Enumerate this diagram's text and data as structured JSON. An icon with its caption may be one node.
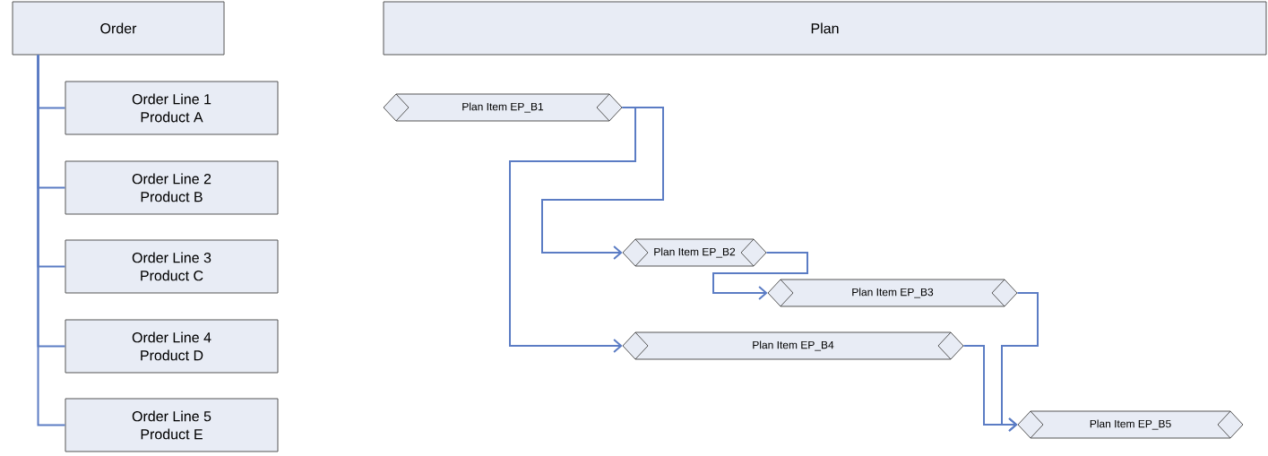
{
  "diagram": {
    "nodes": [
      {
        "text": [
          "Order"
        ]
      },
      {
        "text": [
          "Order Line 1",
          "Product A"
        ]
      },
      {
        "text": [
          "Order Line 2",
          "Product B"
        ]
      },
      {
        "text": [
          "Order Line 3",
          "Product C"
        ]
      },
      {
        "text": [
          "Order Line 4",
          "Product D"
        ]
      },
      {
        "text": [
          "Order Line 5",
          "Product E"
        ]
      },
      {
        "text": [
          "Plan"
        ]
      },
      {
        "text": [
          "Plan Item EP_B1"
        ]
      },
      {
        "text": [
          "Plan Item EP_B2"
        ]
      },
      {
        "text": [
          "Plan Item EP_B3"
        ]
      },
      {
        "text": [
          "Plan Item EP_B4"
        ]
      },
      {
        "text": [
          "Plan Item EP_B5"
        ]
      }
    ],
    "edges": [
      {
        "from": 0,
        "to": 1,
        "arrow": "none"
      },
      {
        "from": 0,
        "to": 2,
        "arrow": "none"
      },
      {
        "from": 0,
        "to": 3,
        "arrow": "none"
      },
      {
        "from": 0,
        "to": 4,
        "arrow": "none"
      },
      {
        "from": 0,
        "to": 5,
        "arrow": "none"
      },
      {
        "from": 7,
        "to": 8,
        "arrow": "to"
      },
      {
        "from": 7,
        "to": 10,
        "arrow": "to"
      },
      {
        "from": 8,
        "to": 9,
        "arrow": "to"
      },
      {
        "from": 9,
        "to": 11,
        "arrow": "to"
      },
      {
        "from": 10,
        "to": 11,
        "arrow": "to"
      }
    ]
  }
}
